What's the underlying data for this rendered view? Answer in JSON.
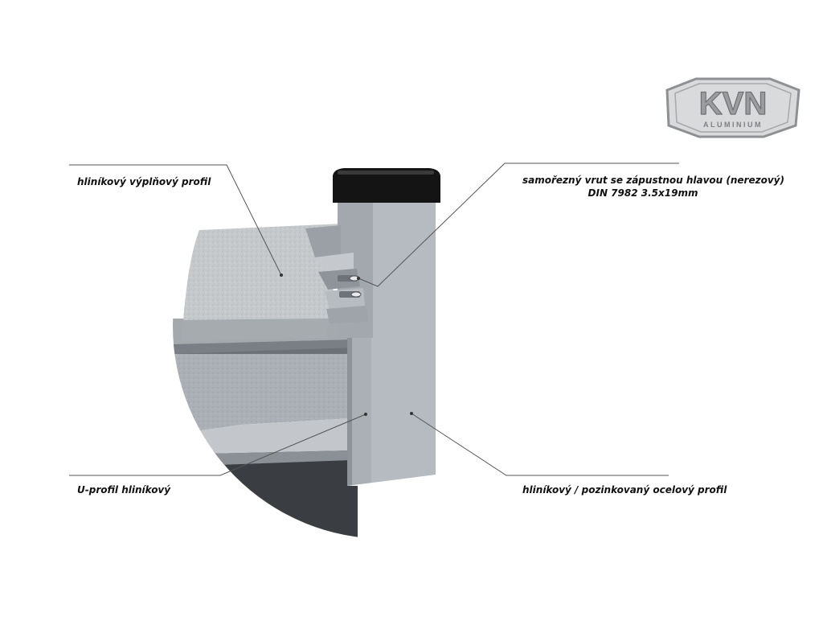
{
  "logo": {
    "text": "KVN",
    "subtext": "ALUMINIUM",
    "color": "#8e9093"
  },
  "labels": {
    "fill_profile": "hliníkový výplňový profil",
    "screw_line1": "samořezný vrut se zápustnou hlavou (nerezový)",
    "screw_line2": "DIN 7982 3.5x19mm",
    "u_profile": "U-profil hliníkový",
    "post_profile": "hliníkový / pozinkovaný ocelový profil"
  },
  "colors": {
    "post": "#b4b9bf",
    "post_shade": "#a4a9af",
    "panel_top": "#c7cacd",
    "panel_front": "#a6abb0",
    "panel_dark": "#3c3f44",
    "cap": "#141414",
    "leader": "#555555"
  }
}
